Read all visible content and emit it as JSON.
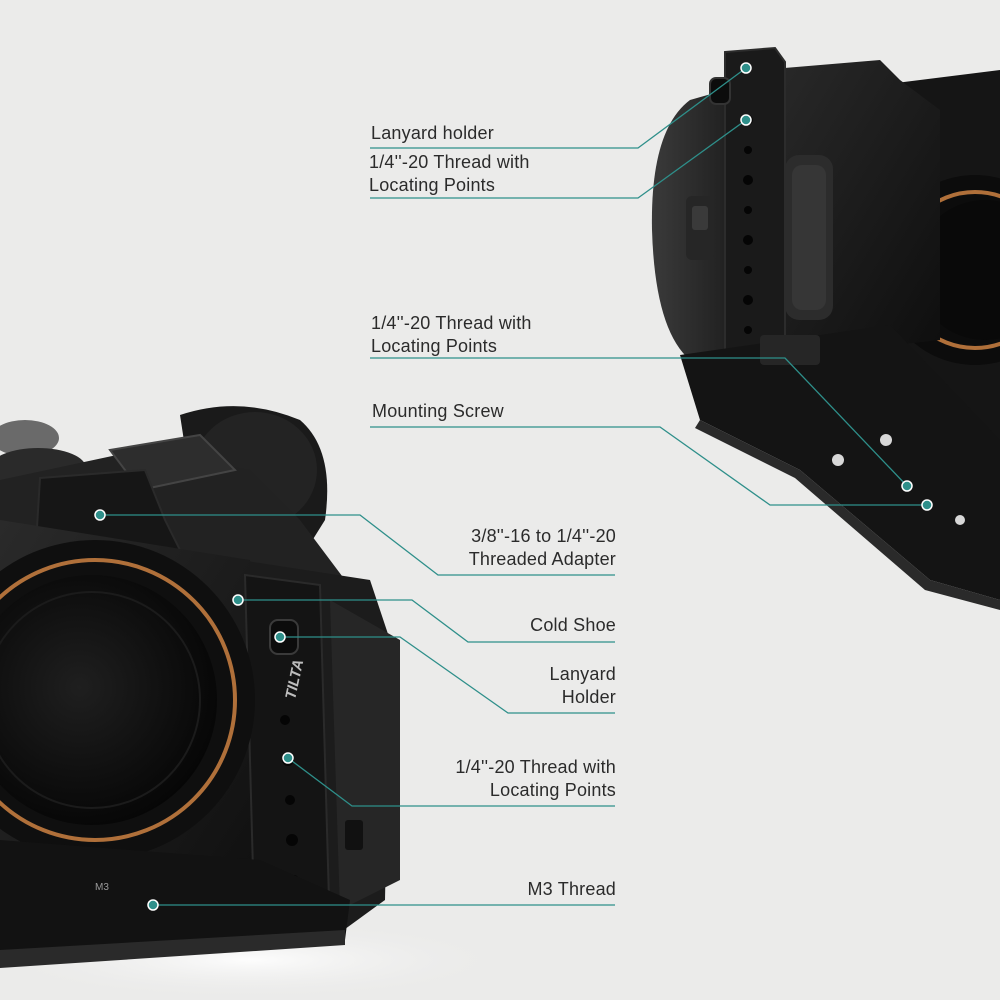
{
  "callouts": {
    "lanyard_holder_top": "Lanyard holder",
    "thread_top": [
      "1/4''-20 Thread with",
      "Locating Points"
    ],
    "thread_bottom_cage": [
      "1/4''-20 Thread with",
      "Locating Points"
    ],
    "mounting_screw": "Mounting Screw",
    "adapter": [
      "3/8''-16 to 1/4''-20",
      "Threaded Adapter"
    ],
    "cold_shoe": "Cold Shoe",
    "lanyard_holder_side": [
      "Lanyard",
      "Holder"
    ],
    "thread_side": [
      "1/4''-20 Thread with",
      "Locating Points"
    ],
    "m3_thread": "M3 Thread"
  },
  "product_engravings": {
    "brand": "TILTA",
    "thread_marking": "M3"
  },
  "colors": {
    "background": "#ebebea",
    "callout_line": "#2e8f8a",
    "callout_text": "#2b2b2b",
    "cage_black": "#1a1a1a",
    "lens_ring": "#b0703a"
  }
}
